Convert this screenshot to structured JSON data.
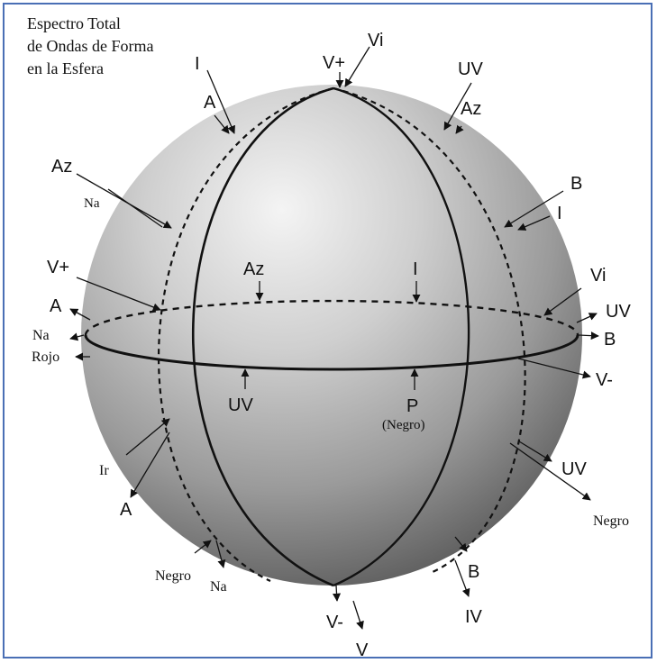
{
  "title": [
    "Espectro Total",
    "de Ondas de Forma",
    "en la Esfera"
  ],
  "labels": {
    "top_I": "I",
    "top_A": "A",
    "top_Vplus": "V+",
    "top_Vi": "Vi",
    "top_UV": "UV",
    "top_Az": "Az",
    "left_Az": "Az",
    "left_Na": "Na",
    "right_B": "B",
    "right_I": "I",
    "left_Vplus": "V+",
    "equator_Az": "Az",
    "equator_I": "I",
    "right_Vi": "Vi",
    "left_A": "A",
    "right_UV": "UV",
    "left_Na2": "Na",
    "right_B2": "B",
    "left_Rojo": "Rojo",
    "right_Vminus": "V-",
    "equator_UV": "UV",
    "equator_P": "P",
    "equator_Negro": "(Negro)",
    "left_Ir": "Ir",
    "lower_right_UV": "UV",
    "left_A2": "A",
    "lower_right_Negro": "Negro",
    "bottom_Negro": "Negro",
    "bottom_B": "B",
    "bottom_Na": "Na",
    "bottom_Vminus": "V-",
    "bottom_IV": "IV",
    "bottom_V": "V"
  },
  "colors": {
    "frame": "#4a6fb5",
    "sphere_light": "#f4f4f4",
    "sphere_mid": "#a9a9a9",
    "sphere_dark": "#555555",
    "lines": "#111111"
  }
}
